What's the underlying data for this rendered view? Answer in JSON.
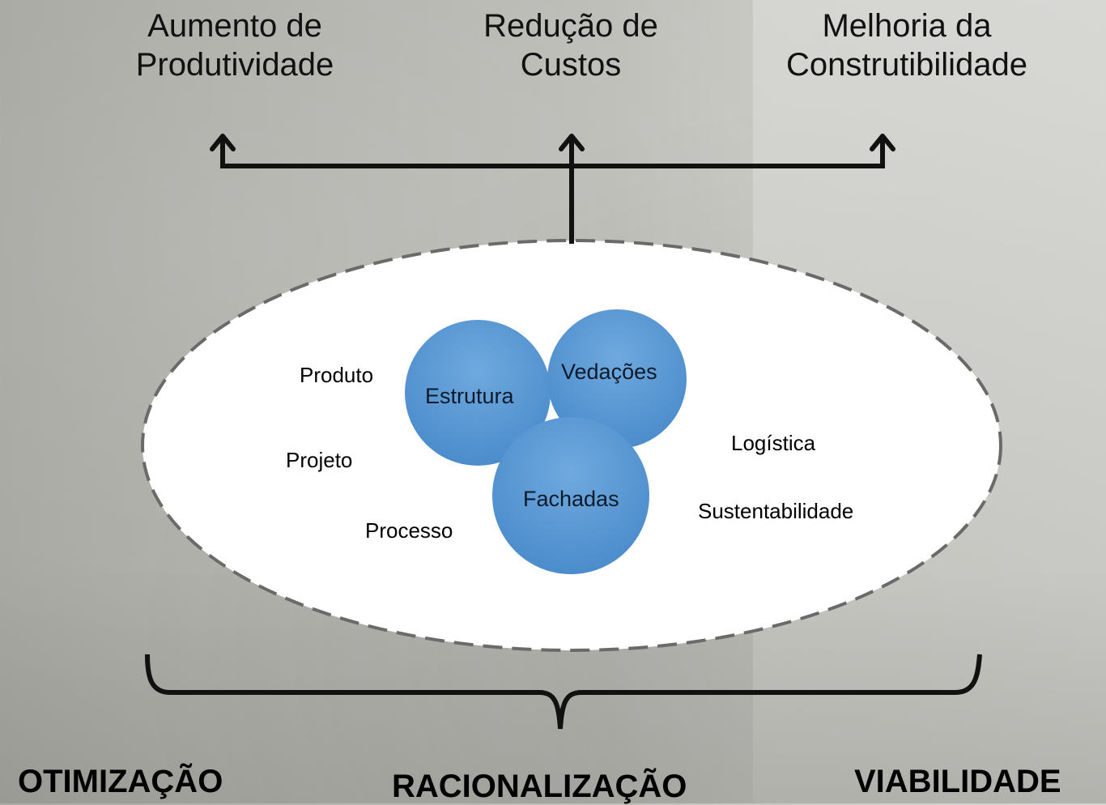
{
  "outcomes": {
    "productivity": "Aumento de\nProdutividade",
    "costs": "Redução de\nCustos",
    "buildability": "Melhoria da\nConstrutibilidade"
  },
  "circles": {
    "structure": "Estrutura",
    "seals": "Vedações",
    "facades": "Fachadas"
  },
  "factors": {
    "product": "Produto",
    "project": "Projeto",
    "process": "Processo",
    "logistics": "Logística",
    "sustainability": "Sustentabilidade"
  },
  "bottom_labels": {
    "optimization": "OTIMIZAÇÃO",
    "rationalization": "RACIONALIZAÇÃO",
    "viability": "VIABILIDADE"
  },
  "colors": {
    "circle_fill": "#5b9bd5",
    "ellipse_fill": "#ffffff",
    "ellipse_stroke": "#6a6a6a",
    "lines": "#111111"
  }
}
